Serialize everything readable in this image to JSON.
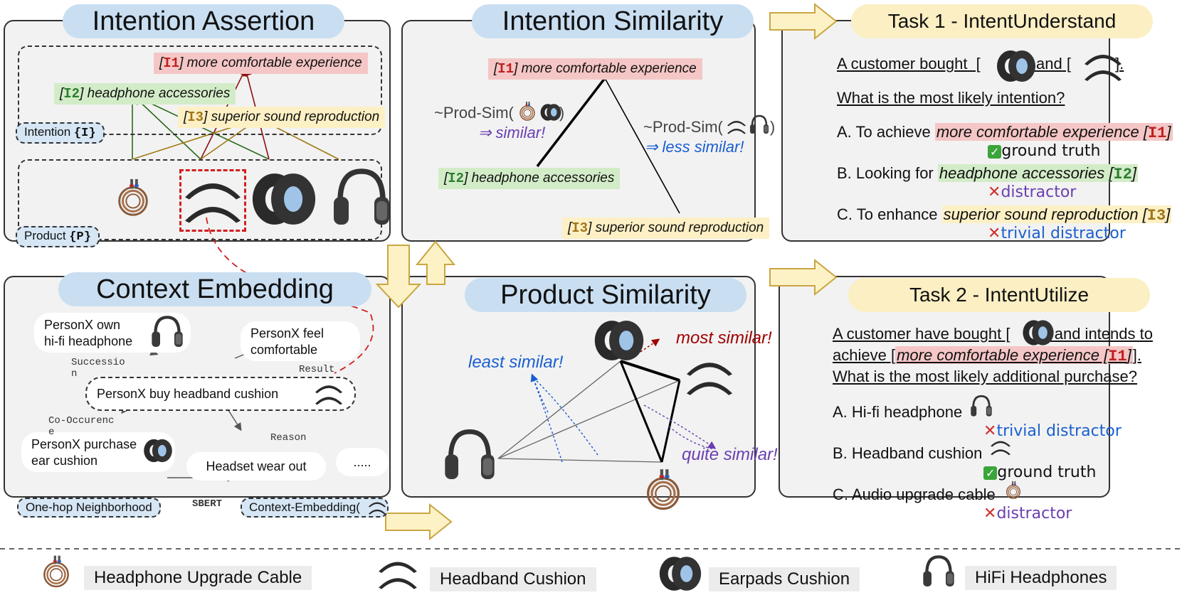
{
  "assertion": {
    "title": "Intention Assertion",
    "i1": "more comfortable experience",
    "i2": "headphone accessories",
    "i3": "superior sound reproduction",
    "code1": "I1",
    "code2": "I2",
    "code3": "I3",
    "intention_label": "Intention",
    "intention_code": "{I}",
    "product_label": "Product",
    "product_code": "{P}"
  },
  "context": {
    "title": "Context Embedding",
    "n_own_1": "PersonX own",
    "n_own_2": "hi-fi headphone",
    "n_feel_1": "PersonX feel",
    "n_feel_2": "comfortable",
    "n_buy": "PersonX buy headband cushion",
    "n_purchase_1": "PersonX purchase",
    "n_purchase_2": "ear cushion",
    "n_wear": "Headset wear out",
    "n_more": ".....",
    "e_succession_1": "Successio",
    "e_succession_2": "n",
    "e_result": "Result",
    "e_cooccur_1": "Co-Occurenc",
    "e_cooccur_2": "e",
    "e_reason": "Reason",
    "neighborhood": "One-hop Neighborhood",
    "sbert": "SBERT",
    "embedding": "Context-Embedding("
  },
  "intention_similarity": {
    "title": "Intention Similarity",
    "prodsim_left": "~Prod-Sim(",
    "prodsim_left_end": ")",
    "similar": "⇒ similar!",
    "prodsim_right": "~Prod-Sim(",
    "prodsim_right_end": ")",
    "less_similar": "⇒ less similar!"
  },
  "product_similarity": {
    "title": "Product Similarity",
    "most": "most similar!",
    "least": "least similar!",
    "quite": "quite similar!"
  },
  "task1": {
    "title": "Task 1 - IntentUnderstand",
    "q1_a": "A customer bought",
    "q1_b": "and",
    "q1_c": ".",
    "q2": "What is the most likely intention?",
    "a_prefix": "A. To achieve",
    "a_verdict": "ground truth",
    "b_prefix": "B. Looking for",
    "b_verdict": "distractor",
    "c_prefix": "C. To enhance",
    "c_verdict": "trivial distractor"
  },
  "task2": {
    "title": "Task 2 - IntentUtilize",
    "q1_a": "A customer have bought",
    "q1_b": "and intends to",
    "q2_a": "achieve",
    "q3": "What is the most likely additional purchase?",
    "a_text": "A. Hi-fi headphone",
    "a_verdict": "trivial distractor",
    "b_text": "B. Headband cushion",
    "b_verdict": "ground truth",
    "c_text": "C. Audio upgrade cable",
    "c_verdict": "distractor"
  },
  "legend": {
    "cable": "Headphone Upgrade Cable",
    "headband": "Headband Cushion",
    "earpads": "Earpads Cushion",
    "hifi": "HiFi Headphones"
  },
  "colors": {
    "panel_bg": "#f2f2f2",
    "title_blue": "#c9def1",
    "task_yellow": "#fbefc3",
    "arrow_fill": "#fdf2c6",
    "arrow_stroke": "#c9a640",
    "red_tag": "#f5c6c6",
    "green_tag": "#d3ecc8",
    "yellow_tag": "#fdf0c4"
  }
}
